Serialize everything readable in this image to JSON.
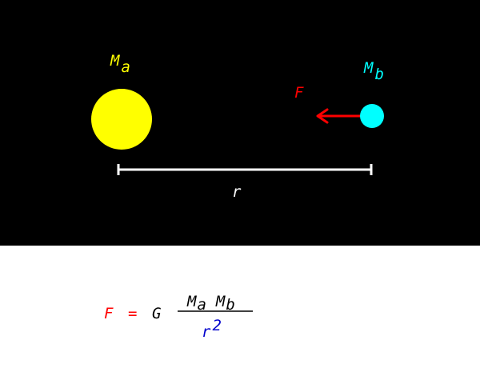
{
  "scene": {
    "background": "#000000",
    "mass_a": {
      "symbol": "M",
      "subscript": "a",
      "color": "#ffff00"
    },
    "mass_b": {
      "symbol": "M",
      "subscript": "b",
      "color": "#00ffff"
    },
    "force": {
      "symbol": "F",
      "color": "#ff0000"
    },
    "distance": {
      "symbol": "r",
      "color": "#ffffff"
    }
  },
  "formula": {
    "lhs": "F",
    "equals": "=",
    "constant": "G",
    "numerator_a_symbol": "M",
    "numerator_a_subscript": "a",
    "numerator_b_symbol": "M",
    "numerator_b_subscript": "b",
    "denominator_symbol": "r",
    "denominator_exponent": "2",
    "colors": {
      "force": "#ff0000",
      "text": "#000000",
      "denominator": "#0000cc"
    }
  }
}
